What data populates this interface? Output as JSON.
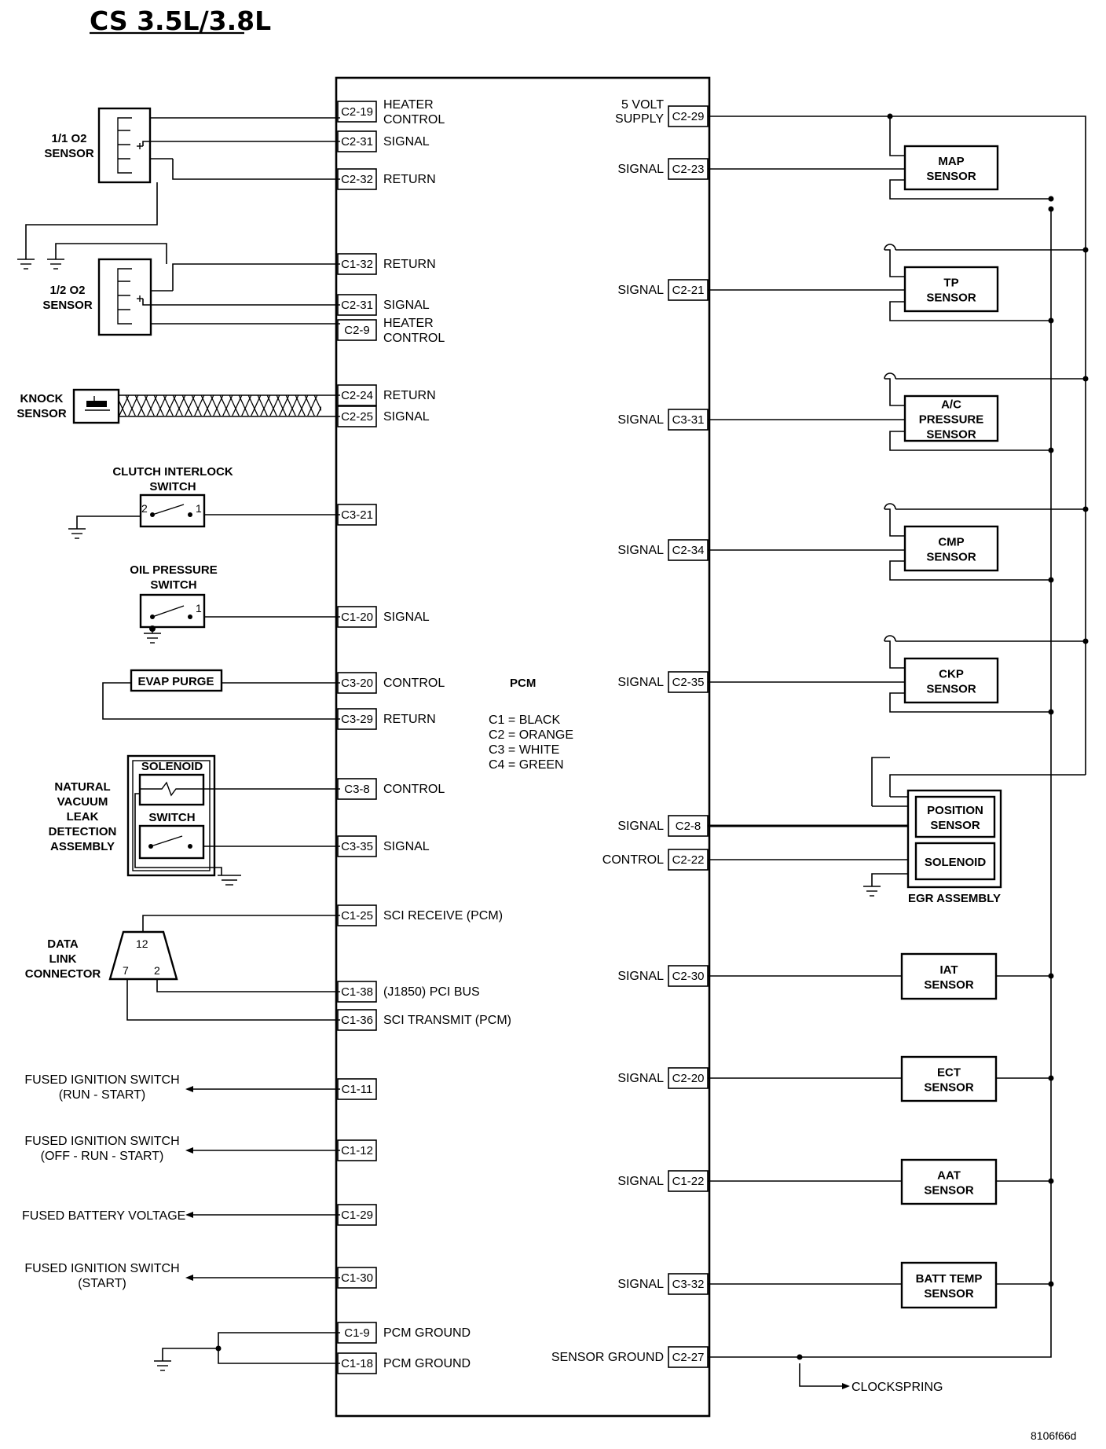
{
  "title": "CS 3.5L/3.8L",
  "figure_code": "8106f66d",
  "pcm": {
    "label": "PCM",
    "legend": [
      "C1 = BLACK",
      "C2 = ORANGE",
      "C3 = WHITE",
      "C4 = GREEN"
    ]
  },
  "left_pins": [
    {
      "pin": "C2-19",
      "label": [
        "HEATER",
        "CONTROL"
      ]
    },
    {
      "pin": "C2-31",
      "label": [
        "SIGNAL"
      ]
    },
    {
      "pin": "C2-32",
      "label": [
        "RETURN"
      ]
    },
    {
      "pin": "C1-32",
      "label": [
        "RETURN"
      ]
    },
    {
      "pin": "C2-31",
      "label": [
        "SIGNAL"
      ]
    },
    {
      "pin": "C2-9",
      "label": [
        "HEATER",
        "CONTROL"
      ]
    },
    {
      "pin": "C2-24",
      "label": [
        "RETURN"
      ]
    },
    {
      "pin": "C2-25",
      "label": [
        "SIGNAL"
      ]
    },
    {
      "pin": "C3-21",
      "label": []
    },
    {
      "pin": "C1-20",
      "label": [
        "SIGNAL"
      ]
    },
    {
      "pin": "C3-20",
      "label": [
        "CONTROL"
      ]
    },
    {
      "pin": "C3-29",
      "label": [
        "RETURN"
      ]
    },
    {
      "pin": "C3-8",
      "label": [
        "CONTROL"
      ]
    },
    {
      "pin": "C3-35",
      "label": [
        "SIGNAL"
      ]
    },
    {
      "pin": "C1-25",
      "label": [
        "SCI RECEIVE (PCM)"
      ]
    },
    {
      "pin": "C1-38",
      "label": [
        "(J1850) PCI BUS"
      ]
    },
    {
      "pin": "C1-36",
      "label": [
        "SCI TRANSMIT (PCM)"
      ]
    },
    {
      "pin": "C1-11",
      "label": []
    },
    {
      "pin": "C1-12",
      "label": []
    },
    {
      "pin": "C1-29",
      "label": []
    },
    {
      "pin": "C1-30",
      "label": []
    },
    {
      "pin": "C1-9",
      "label": [
        "PCM GROUND"
      ]
    },
    {
      "pin": "C1-18",
      "label": [
        "PCM GROUND"
      ]
    }
  ],
  "right_pins": [
    {
      "pin": "C2-29",
      "label": [
        "5 VOLT",
        "SUPPLY"
      ]
    },
    {
      "pin": "C2-23",
      "label": [
        "SIGNAL"
      ]
    },
    {
      "pin": "C2-21",
      "label": [
        "SIGNAL"
      ]
    },
    {
      "pin": "C3-31",
      "label": [
        "SIGNAL"
      ]
    },
    {
      "pin": "C2-34",
      "label": [
        "SIGNAL"
      ]
    },
    {
      "pin": "C2-35",
      "label": [
        "SIGNAL"
      ]
    },
    {
      "pin": "C2-8",
      "label": [
        "SIGNAL"
      ]
    },
    {
      "pin": "C2-22",
      "label": [
        "CONTROL"
      ]
    },
    {
      "pin": "C2-30",
      "label": [
        "SIGNAL"
      ]
    },
    {
      "pin": "C2-20",
      "label": [
        "SIGNAL"
      ]
    },
    {
      "pin": "C1-22",
      "label": [
        "SIGNAL"
      ]
    },
    {
      "pin": "C3-32",
      "label": [
        "SIGNAL"
      ]
    },
    {
      "pin": "C2-27",
      "label": [
        "SENSOR GROUND"
      ]
    }
  ],
  "sensors": [
    {
      "name": "map-sensor",
      "label": [
        "MAP",
        "SENSOR"
      ]
    },
    {
      "name": "tp-sensor",
      "label": [
        "TP",
        "SENSOR"
      ]
    },
    {
      "name": "ac-pressure-sensor",
      "label": [
        "A/C",
        "PRESSURE",
        "SENSOR"
      ]
    },
    {
      "name": "cmp-sensor",
      "label": [
        "CMP",
        "SENSOR"
      ]
    },
    {
      "name": "ckp-sensor",
      "label": [
        "CKP",
        "SENSOR"
      ]
    },
    {
      "name": "iat-sensor",
      "label": [
        "IAT",
        "SENSOR"
      ]
    },
    {
      "name": "ect-sensor",
      "label": [
        "ECT",
        "SENSOR"
      ]
    },
    {
      "name": "aat-sensor",
      "label": [
        "AAT",
        "SENSOR"
      ]
    },
    {
      "name": "batt-temp-sensor",
      "label": [
        "BATT TEMP",
        "SENSOR"
      ]
    }
  ],
  "egr": {
    "assembly": "EGR ASSEMBLY",
    "position": [
      "POSITION",
      "SENSOR"
    ],
    "solenoid": "SOLENOID"
  },
  "clockspring": "CLOCKSPRING",
  "left_components": {
    "o2_11": [
      "1/1 O2",
      "SENSOR"
    ],
    "o2_12": [
      "1/2 O2",
      "SENSOR"
    ],
    "knock": [
      "KNOCK",
      "SENSOR"
    ],
    "clutch": [
      "CLUTCH INTERLOCK",
      "SWITCH"
    ],
    "clutch_terminals": [
      "2",
      "1"
    ],
    "oil": [
      "OIL PRESSURE",
      "SWITCH"
    ],
    "oil_terminal": "1",
    "evap": "EVAP PURGE",
    "nvld": [
      "NATURAL",
      "VACUUM",
      "LEAK",
      "DETECTION",
      "ASSEMBLY"
    ],
    "nvld_solenoid": "SOLENOID",
    "nvld_switch": "SWITCH",
    "dlc": [
      "DATA",
      "LINK",
      "CONNECTOR"
    ],
    "dlc_pins": [
      "12",
      "7",
      "2"
    ],
    "power_feeds": [
      [
        "FUSED IGNITION SWITCH",
        "(RUN - START)"
      ],
      [
        "FUSED IGNITION SWITCH",
        "(OFF - RUN - START)"
      ],
      [
        "FUSED BATTERY VOLTAGE"
      ],
      [
        "FUSED IGNITION SWITCH",
        "(START)"
      ]
    ]
  }
}
